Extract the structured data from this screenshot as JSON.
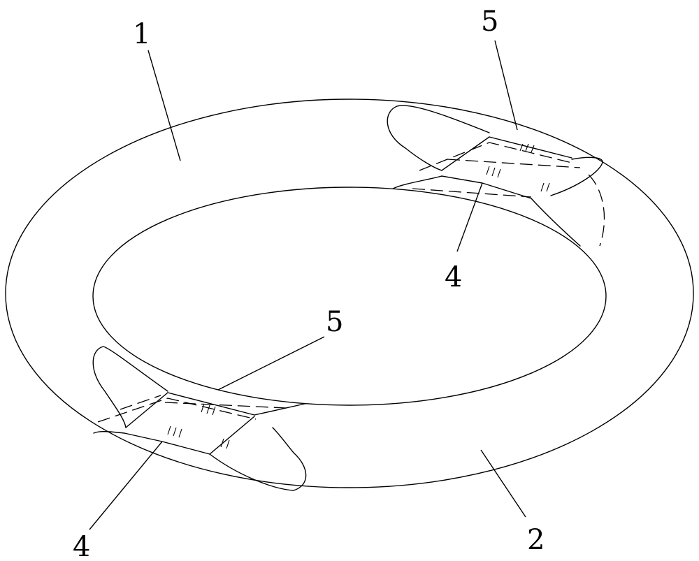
{
  "figure": {
    "labels": {
      "outer_ring": "1",
      "outer_ring_lower": "2",
      "connector_upper": "4",
      "connector_lower": "4",
      "sleeve_upper": "5",
      "sleeve_lower": "5"
    }
  }
}
